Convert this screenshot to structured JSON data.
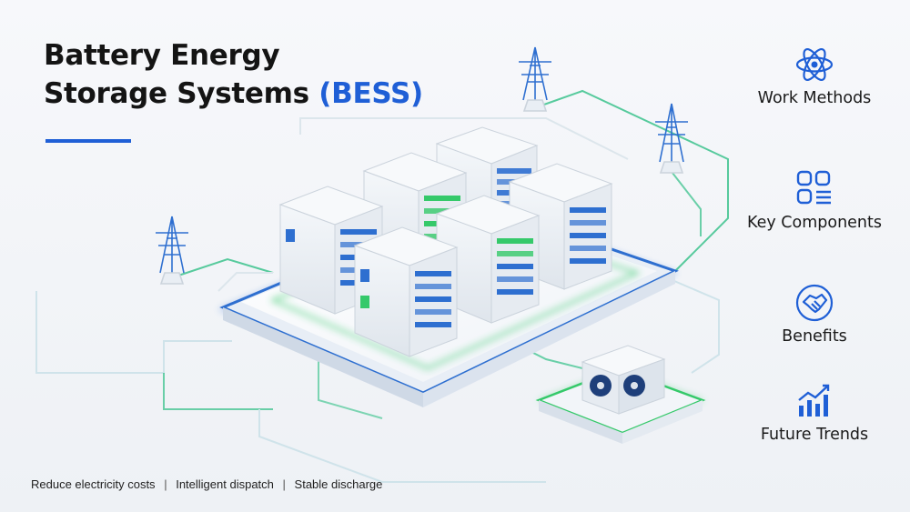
{
  "title": {
    "line1": "Battery Energy",
    "line2_prefix": "Storage Systems",
    "line2_accent": "(BESS)"
  },
  "features": [
    {
      "label": "Work Methods",
      "icon": "atom-icon"
    },
    {
      "label": "Key Components",
      "icon": "grid-list-icon"
    },
    {
      "label": "Benefits",
      "icon": "handshake-icon"
    },
    {
      "label": "Future Trends",
      "icon": "trend-chart-icon"
    }
  ],
  "tagline": {
    "item1": "Reduce electricity costs",
    "item2": "Intelligent dispatch",
    "item3": "Stable discharge",
    "separator": "|"
  },
  "colors": {
    "accent_blue": "#1f5fd6",
    "line_green": "#2fbf86",
    "cabinet_green": "#35c96a",
    "cabinet_blue": "#2e6fd0"
  }
}
